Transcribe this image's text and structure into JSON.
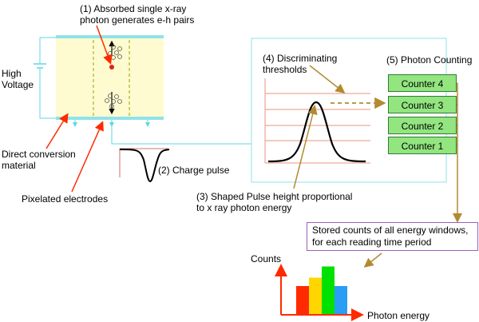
{
  "labels": {
    "absorbed": [
      "(1) Absorbed single x-ray",
      "photon generates e-h pairs"
    ],
    "high_voltage": [
      "High",
      "Voltage"
    ],
    "direct_conversion": [
      "Direct conversion",
      "material"
    ],
    "pixelated": "Pixelated electrodes",
    "charge_pulse": "(2) Charge pulse",
    "shaped_pulse": [
      "(3) Shaped Pulse height proportional",
      "to x ray photon energy"
    ],
    "thresholds": [
      "(4) Discriminating",
      "thresholds"
    ],
    "photon_counting": "(5) Photon Counting",
    "stored": [
      "Stored counts of all energy windows,",
      "for each reading time period"
    ],
    "counts_axis": "Counts",
    "energy_axis": "Photon energy"
  },
  "counters": [
    "Counter 4",
    "Counter 3",
    "Counter 2",
    "Counter 1"
  ],
  "colors": {
    "detector_fill": "#fffbd0",
    "electrode": "#8fe3ea",
    "arrow_red": "#ff2a00",
    "counter_fill": "#92e57f",
    "threshold_line": "#e8957c",
    "dashed_arrow": "#b38a30",
    "stored_border": "#9b5fc0"
  },
  "chart_data": {
    "type": "bar",
    "categories": [
      "",
      "",
      "",
      ""
    ],
    "values": [
      0.5,
      0.65,
      0.85,
      0.5
    ],
    "colors": [
      "#ff2a00",
      "#ffd600",
      "#00e100",
      "#2a9df4"
    ],
    "xlabel": "Photon energy",
    "ylabel": "Counts",
    "title": ""
  }
}
